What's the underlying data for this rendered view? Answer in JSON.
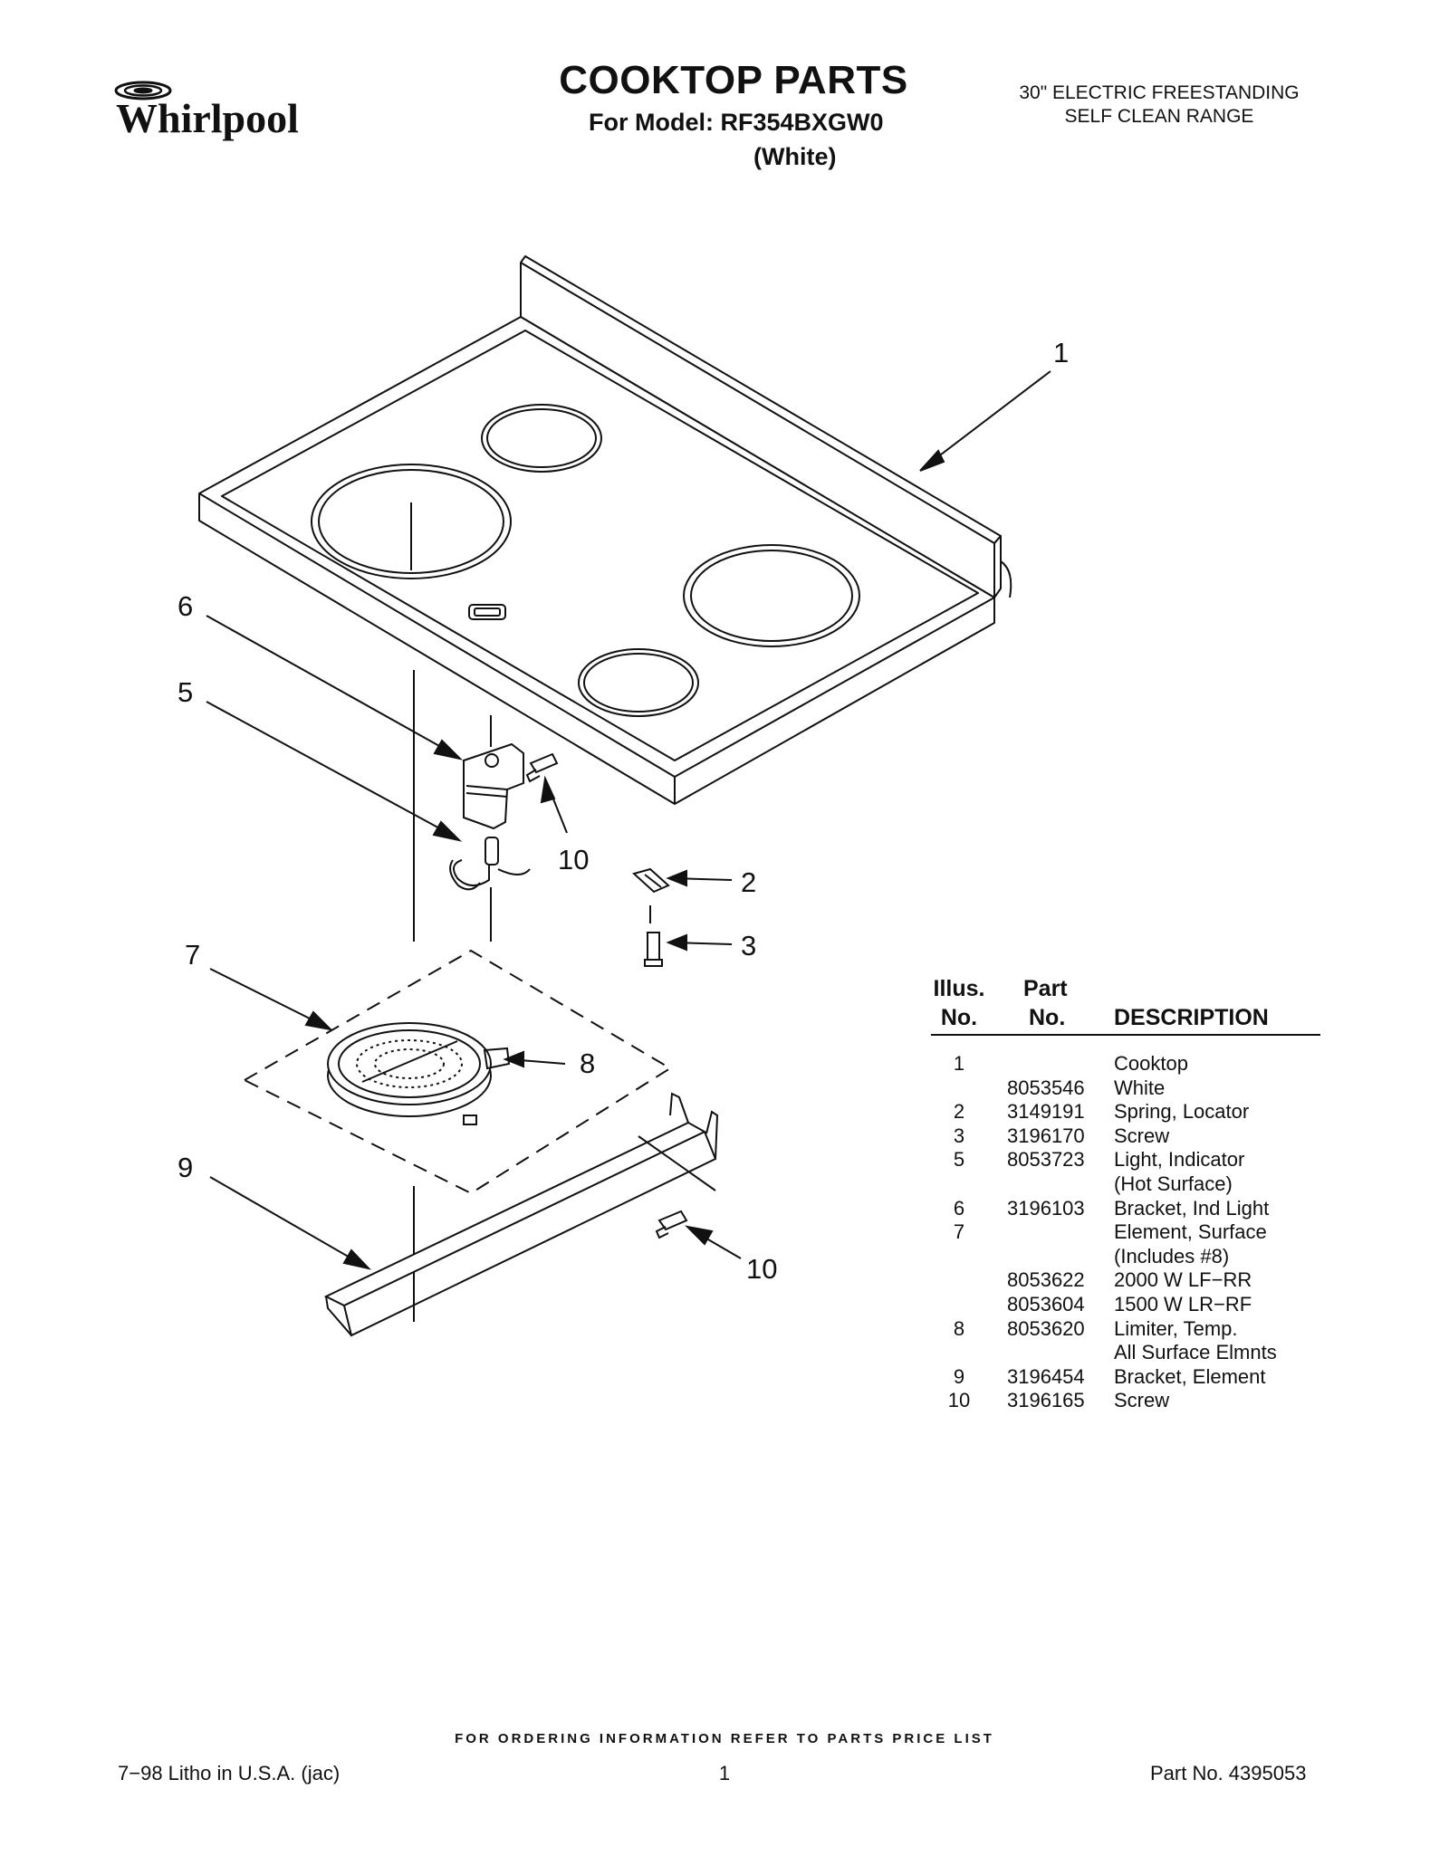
{
  "header": {
    "brand": "Whirlpool",
    "title": "COOKTOP PARTS",
    "model_line": "For Model: RF354BXGW0",
    "color_line": "(White)",
    "subtitle_line1": "30\" ELECTRIC FREESTANDING",
    "subtitle_line2": "SELF CLEAN RANGE"
  },
  "diagram": {
    "callouts": [
      "1",
      "2",
      "3",
      "5",
      "6",
      "7",
      "8",
      "9",
      "10",
      "10"
    ]
  },
  "table": {
    "headers": {
      "illus_line1": "Illus.",
      "illus_line2": "No.",
      "part_line1": "Part",
      "part_line2": "No.",
      "description": "DESCRIPTION"
    },
    "rows": [
      {
        "illus": "1",
        "part": "",
        "desc": "Cooktop"
      },
      {
        "illus": "",
        "part": "8053546",
        "desc": "White"
      },
      {
        "illus": "2",
        "part": "3149191",
        "desc": "Spring, Locator"
      },
      {
        "illus": "3",
        "part": "3196170",
        "desc": "Screw"
      },
      {
        "illus": "5",
        "part": "8053723",
        "desc": "Light, Indicator"
      },
      {
        "illus": "",
        "part": "",
        "desc": "(Hot Surface)"
      },
      {
        "illus": "6",
        "part": "3196103",
        "desc": "Bracket, Ind Light"
      },
      {
        "illus": "7",
        "part": "",
        "desc": "Element, Surface"
      },
      {
        "illus": "",
        "part": "",
        "desc": "(Includes #8)"
      },
      {
        "illus": "",
        "part": "8053622",
        "desc": "2000 W LF−RR"
      },
      {
        "illus": "",
        "part": "8053604",
        "desc": "1500 W LR−RF"
      },
      {
        "illus": "8",
        "part": "8053620",
        "desc": "Limiter, Temp."
      },
      {
        "illus": "",
        "part": "",
        "desc": "All Surface Elmnts"
      },
      {
        "illus": "9",
        "part": "3196454",
        "desc": "Bracket, Element"
      },
      {
        "illus": "10",
        "part": "3196165",
        "desc": "Screw"
      }
    ]
  },
  "footer": {
    "order_note": "FOR ORDERING INFORMATION REFER TO PARTS PRICE LIST",
    "litho": "7−98 Litho in U.S.A. (jac)",
    "page": "1",
    "part_no": "Part No. 4395053"
  }
}
